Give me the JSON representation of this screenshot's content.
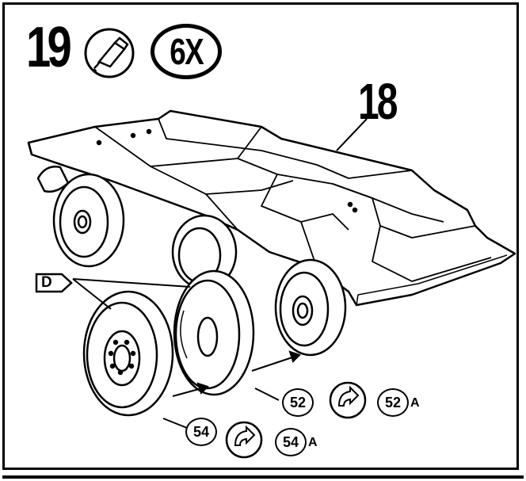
{
  "step": {
    "number": "19",
    "quantity": "6X"
  },
  "icons": {
    "glue": "glue-tube-icon",
    "rotate": "rotate-arrow-icon"
  },
  "reference_part": "18",
  "subassembly": "D",
  "parts": [
    {
      "id": "wheel-52",
      "number": "52",
      "variant": "52",
      "suffix": "A"
    },
    {
      "id": "wheel-54",
      "number": "54",
      "variant": "54",
      "suffix": "A"
    }
  ]
}
